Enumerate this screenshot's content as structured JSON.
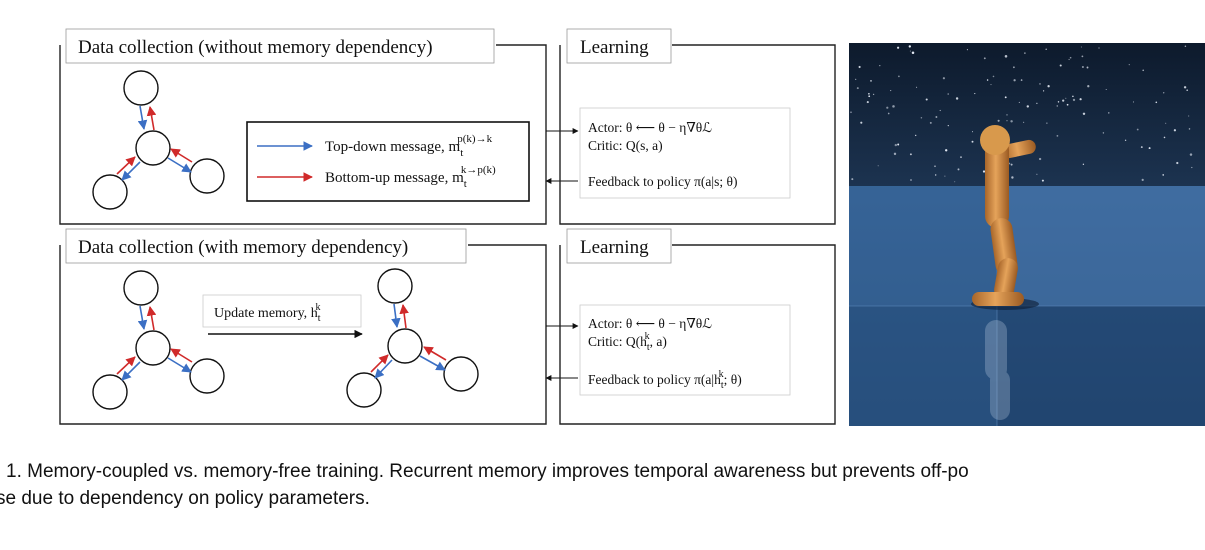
{
  "top_section": {
    "title": "Data collection (without memory dependency)",
    "legend": {
      "top_down": "Top-down message, ",
      "top_down_var": "m",
      "top_down_sub": "t",
      "top_down_sup": "p(k)→k",
      "bottom_up": "Bottom-up message, ",
      "bottom_up_var": "m",
      "bottom_up_sub": "t",
      "bottom_up_sup": "k→p(k)"
    }
  },
  "top_learning": {
    "title": "Learning",
    "actor": "Actor: θ ⟵ θ − η∇θℒ",
    "critic": "Critic: Q(s, a)",
    "feedback": "Feedback to policy π(a|s; θ)"
  },
  "bottom_section": {
    "title": "Data collection (with memory dependency)",
    "update_memory": "Update memory, ",
    "update_var": "h",
    "update_sub": "t",
    "update_sup": "k"
  },
  "bottom_learning": {
    "title": "Learning",
    "actor": "Actor: θ ⟵ θ − η∇θℒ",
    "critic_prefix": "Critic: Q(h",
    "critic_sub": "t",
    "critic_sup": "k",
    "critic_suffix": ", a)",
    "feedback_prefix": "Feedback to policy π(a|h",
    "feedback_sub": "t",
    "feedback_sup": "k",
    "feedback_suffix": "; θ)"
  },
  "caption": {
    "line1": " 1.  Memory-coupled vs. memory-free training. Recurrent memory improves temporal awareness but prevents off-po",
    "line2": "se due to dependency on policy parameters."
  },
  "colors": {
    "top_down_arrow": "#3b6fc4",
    "bottom_up_arrow": "#d02a2a",
    "sky": "#0e1c30",
    "floor": "#2d5b8e",
    "robot": "#c9863c"
  }
}
